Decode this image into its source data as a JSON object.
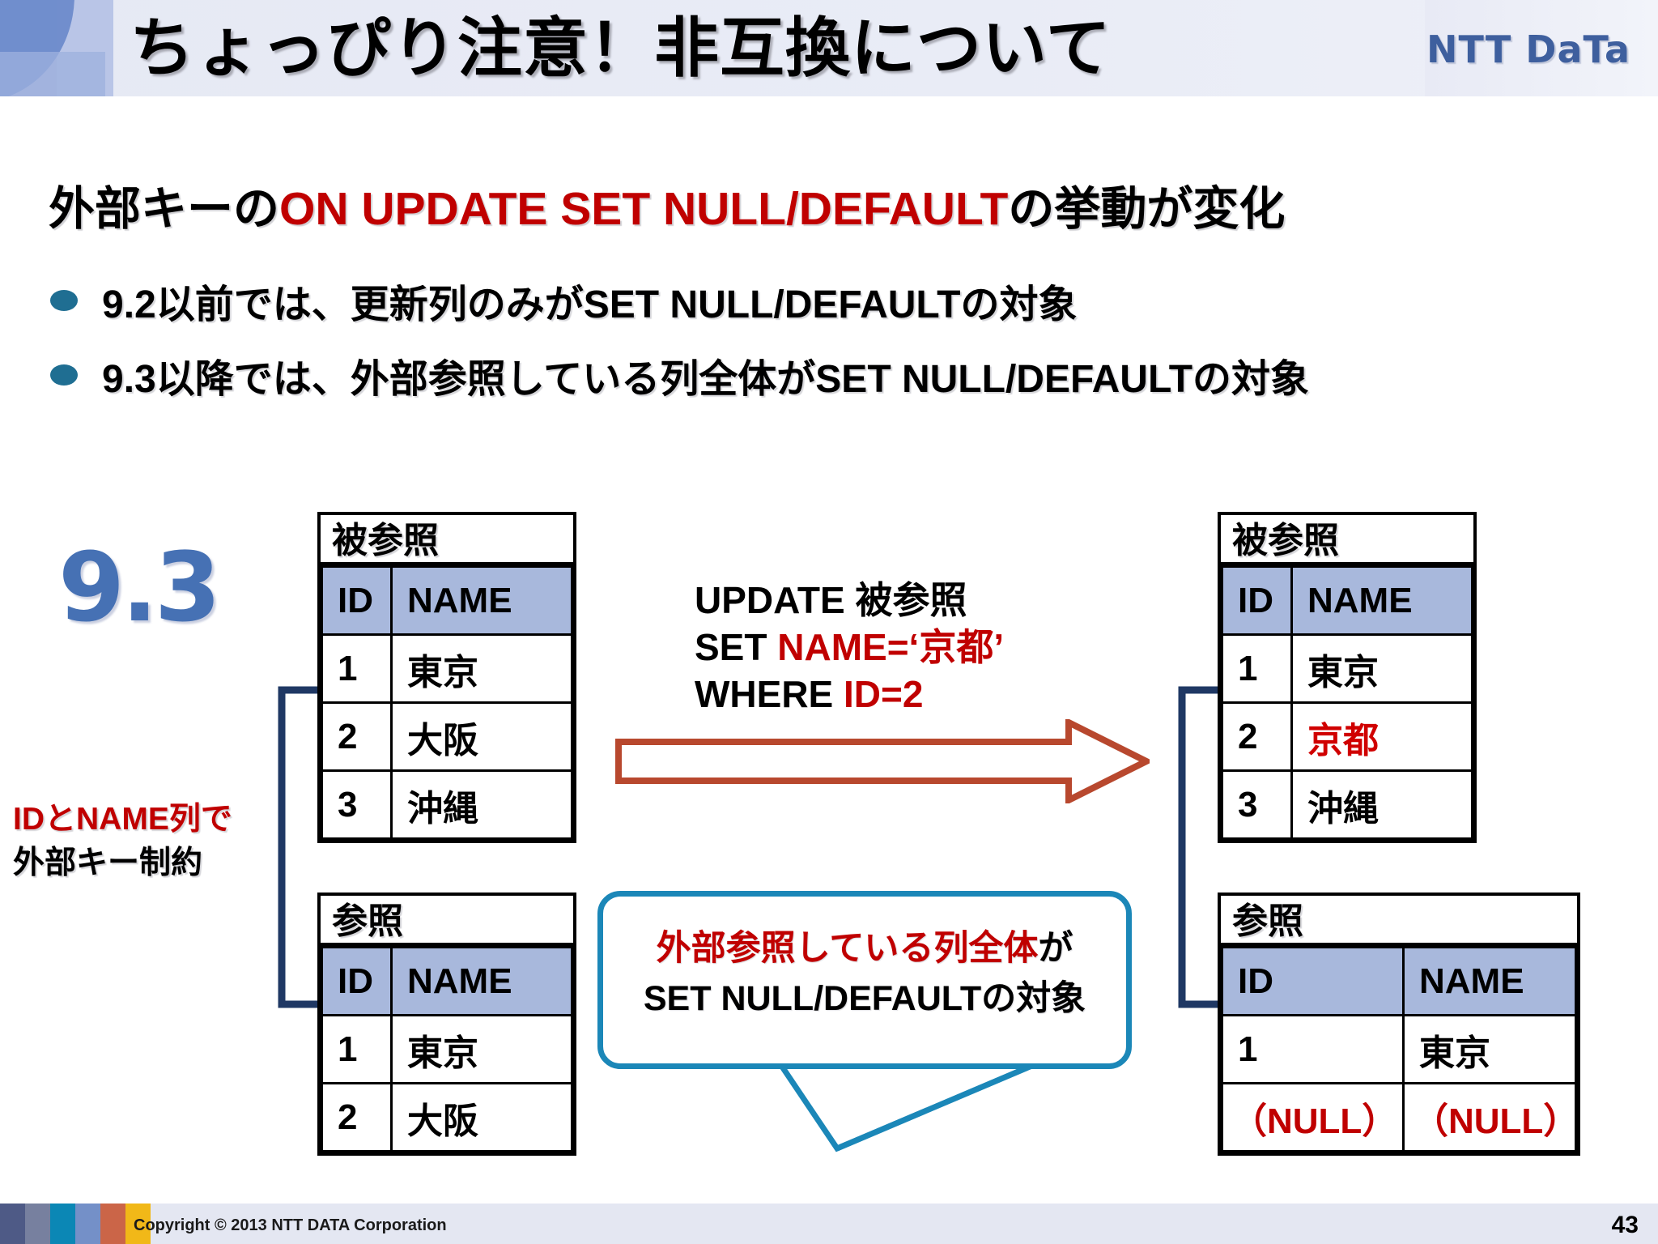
{
  "header": {
    "title": "ちょっぴり注意！非互換について",
    "logo": "NTT DaTa"
  },
  "content": {
    "lead_prefix": "外部キーの",
    "lead_highlight": "ON UPDATE SET NULL/DEFAULT",
    "lead_suffix": "の挙動が変化",
    "bullets": [
      "9.2以前では、更新列のみがSET NULL/DEFAULTの対象",
      "9.3以降では、外部参照している列全体がSET NULL/DEFAULTの対象"
    ]
  },
  "diagram": {
    "version_badge": "9.3",
    "left_note_line1": "IDとNAME列で",
    "left_note_line2": "外部キー制約",
    "sql": {
      "line1_keyword": "UPDATE",
      "line1_table": "被参照",
      "line2_keyword": "SET",
      "line2_expr": "NAME=‘京都’",
      "line3_keyword": "WHERE",
      "line3_expr": "ID=2"
    },
    "callout": {
      "line1_highlight": "外部参照している列全体",
      "line1_suffix": "が",
      "line2": "SET NULL/DEFAULTの対象"
    },
    "tables": {
      "before_referenced": {
        "caption": "被参照",
        "columns": [
          "ID",
          "NAME"
        ],
        "rows": [
          [
            "1",
            "東京"
          ],
          [
            "2",
            "大阪"
          ],
          [
            "3",
            "沖縄"
          ]
        ]
      },
      "before_referencing": {
        "caption": "参照",
        "columns": [
          "ID",
          "NAME"
        ],
        "rows": [
          [
            "1",
            "東京"
          ],
          [
            "2",
            "大阪"
          ]
        ]
      },
      "after_referenced": {
        "caption": "被参照",
        "columns": [
          "ID",
          "NAME"
        ],
        "rows": [
          [
            "1",
            "東京"
          ],
          [
            "2",
            "京都"
          ],
          [
            "3",
            "沖縄"
          ]
        ],
        "changed_cells": [
          "1-1"
        ]
      },
      "after_referencing": {
        "caption": "参照",
        "columns": [
          "ID",
          "NAME"
        ],
        "rows": [
          [
            "1",
            "東京"
          ],
          [
            "（NULL）",
            "（NULL）"
          ]
        ],
        "null_row_index": 1
      }
    }
  },
  "footer": {
    "copyright": "Copyright © 2013 NTT DATA Corporation",
    "page_number": "43"
  },
  "colors": {
    "accent_red": "#c00000",
    "accent_blue": "#4671b4",
    "table_header": "#a8b8dc",
    "callout_border": "#1b87b8",
    "arrow": "#b8482e",
    "connector": "#1f3864",
    "bullet": "#1f6e92"
  }
}
